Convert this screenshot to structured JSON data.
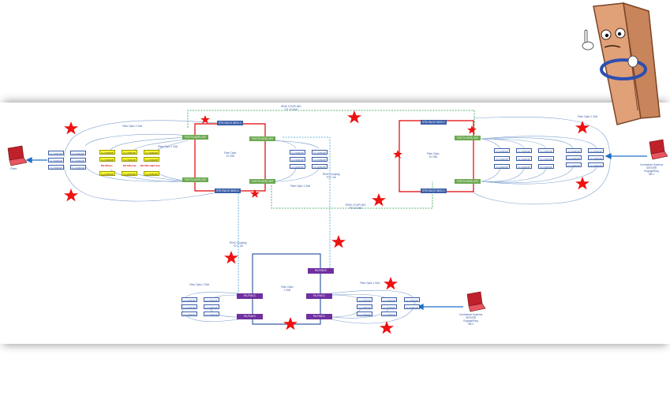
{
  "ring_top": {
    "line1": "RING COUPLING",
    "line2": "FO 10 Gbit"
  },
  "ring_bottom": {
    "line1": "RING COUPLING",
    "line2": "FO 10 Gbit"
  },
  "left_ring": {
    "label": "Fiber Optic",
    "sub": "10 Gbit"
  },
  "right_ring": {
    "label": "Fiber Optic",
    "sub": "10 Gbit"
  },
  "bottom_ring": {
    "label": "Fiber Optic",
    "sub": "1 Gbit"
  },
  "node_blue": "STR-SW-DT-8000-C",
  "node_green": "TSS770-NGRJ-S07",
  "node_purple": "PA-F04CC",
  "fiber_1g": "Fiber Optic 1 Gbit",
  "ring_link_a": {
    "line1": "RING Coupling",
    "line2": "FO 1 Gb"
  },
  "ring_link_b": {
    "line1": "RING Coupling",
    "line2": "FO 1 Gb"
  },
  "ont_label": "CL-FD8000P",
  "red_notes": [
    "RH-SIS-tps",
    "RH-SIS-tcnp",
    "RH-SIS-tvd/pf-tcnp"
  ],
  "client_left": "Client",
  "client_right": {
    "line1": "Centralized Systems",
    "line2": "SERVER",
    "line3": "Engage/Ring",
    "line4": "NB 1"
  },
  "client_bottom": {
    "line1": "Centralized Systems",
    "line2": "SERVER",
    "line3": "Engage/Ring",
    "line4": "NB 2"
  },
  "colors": {
    "ring": "#e00000",
    "uplink": "#3a5ea8",
    "coupling": "#2a9d4a",
    "link": "#3aa0d8",
    "star": "#ee1111"
  }
}
